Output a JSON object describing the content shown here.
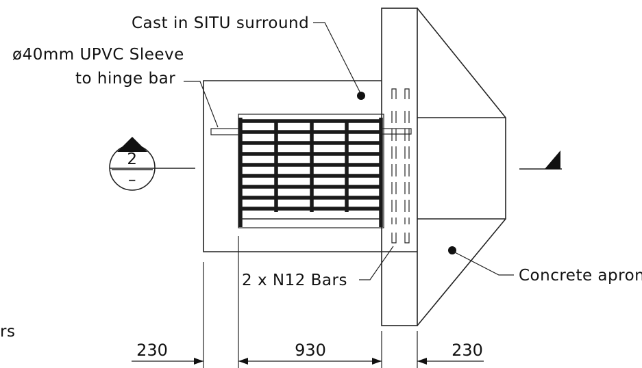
{
  "labels": {
    "cast_in_situ": "Cast in SITU surround",
    "sleeve_line1": "ø40mm UPVC Sleeve",
    "sleeve_line2": "to hinge bar",
    "n12_bars": "2 x N12 Bars",
    "concrete_apron": "Concrete apron",
    "cut_text": "rs"
  },
  "section_marker": {
    "number": "2",
    "sheet": "–"
  },
  "dimensions": {
    "left": "230",
    "middle": "930",
    "right": "230"
  },
  "colors": {
    "line": "#222222",
    "background": "#ffffff"
  }
}
